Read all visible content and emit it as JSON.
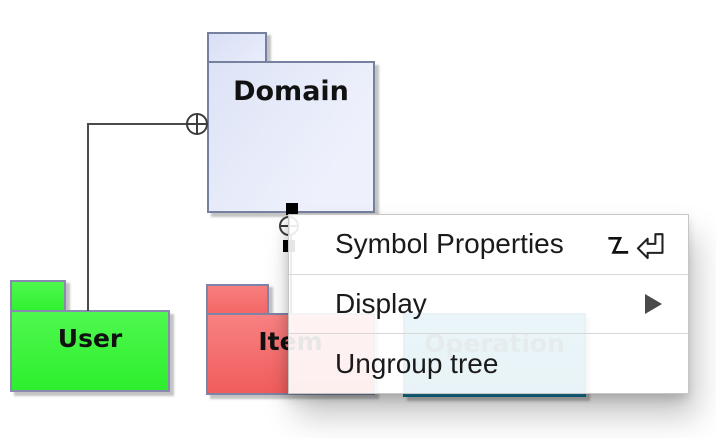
{
  "app": {
    "view": "uml-diagram-canvas"
  },
  "diagram": {
    "nodes": [
      {
        "id": "domain",
        "type": "package",
        "label": "Domain",
        "fill": "#e7ebfa",
        "border": "#76819f"
      },
      {
        "id": "user",
        "type": "package",
        "label": "User",
        "fill": "#3bf53b",
        "border": "#8a8ab0"
      },
      {
        "id": "item",
        "type": "package",
        "label": "Item",
        "fill": "#f56b6b",
        "border": "#7e84a8"
      },
      {
        "id": "operation",
        "type": "node",
        "label": "Operation",
        "fill": "#2191b4",
        "border": "#15789a"
      }
    ],
    "connectors": [
      {
        "from": "Domain",
        "to": "User",
        "style": "containment",
        "end_symbol": "crosshair-circle"
      },
      {
        "from": "Domain",
        "to": "Item",
        "style": "containment",
        "end_symbol": "crosshair-circle",
        "selected": true
      }
    ],
    "selection": {
      "handle_count": 2,
      "handle_color": "#000000"
    }
  },
  "context_menu": {
    "items": [
      {
        "label": "Symbol Properties",
        "shortcut": "⌥⏎",
        "has_submenu": false
      },
      {
        "label": "Display",
        "shortcut": "",
        "has_submenu": true
      },
      {
        "label": "Ungroup tree",
        "shortcut": "",
        "has_submenu": false
      }
    ]
  },
  "colors": {
    "canvas_background": "#ffffff",
    "connector_line": "#4b4b4b",
    "menu_background": "rgba(255,255,255,0.90)",
    "menu_border": "#c6c6c6",
    "menu_text": "#1a1a1a",
    "menu_separator": "#d7d7d7",
    "submenu_arrow": "#4a4a4a"
  }
}
